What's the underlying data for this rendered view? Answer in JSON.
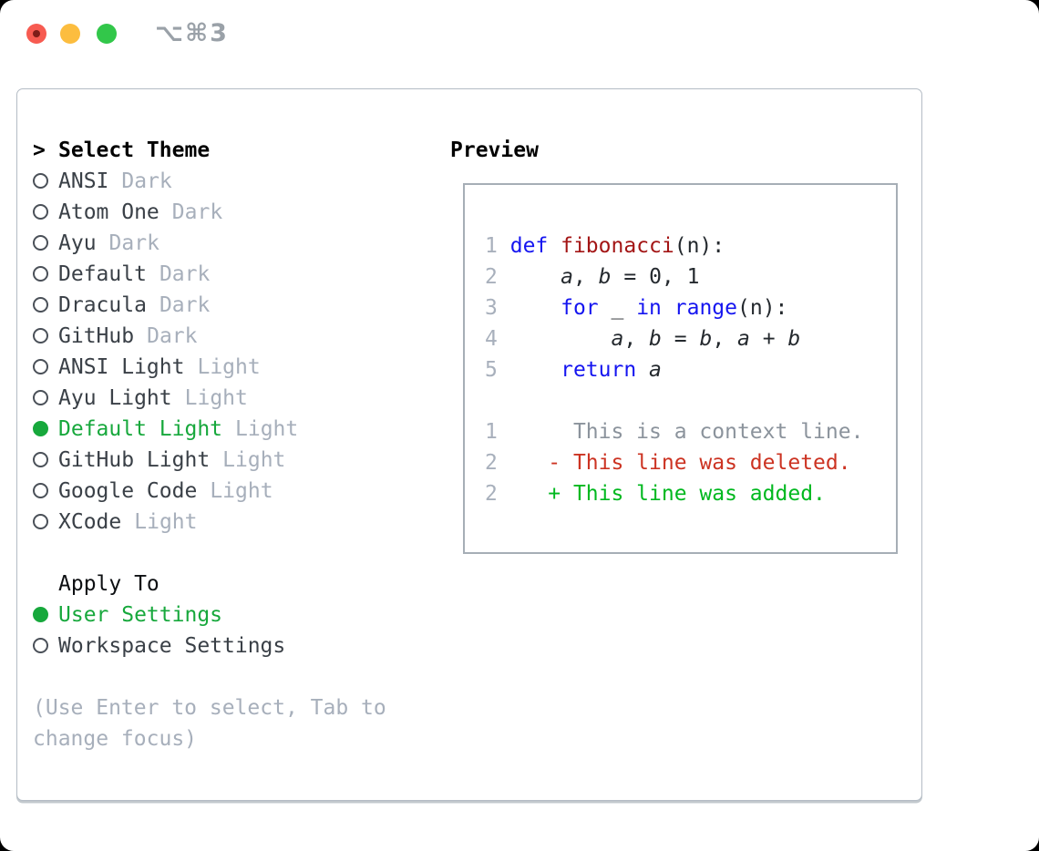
{
  "titlebar": {
    "title": "⌥⌘3"
  },
  "colors": {
    "selection_green": "#17a83c",
    "added_green": "#00b81f",
    "deleted_red": "#cc3322",
    "keyword_blue": "#1515f0",
    "function_red": "#a31515",
    "muted_gray": "#a7afbb",
    "text_dark": "#3a4047"
  },
  "theme_menu": {
    "prompt": ">",
    "header": "Select Theme",
    "items": [
      {
        "name": "ANSI",
        "variant": "Dark",
        "selected": false
      },
      {
        "name": "Atom One",
        "variant": "Dark",
        "selected": false
      },
      {
        "name": "Ayu",
        "variant": "Dark",
        "selected": false
      },
      {
        "name": "Default",
        "variant": "Dark",
        "selected": false
      },
      {
        "name": "Dracula",
        "variant": "Dark",
        "selected": false
      },
      {
        "name": "GitHub",
        "variant": "Dark",
        "selected": false
      },
      {
        "name": "ANSI Light",
        "variant": "Light",
        "selected": false
      },
      {
        "name": "Ayu Light",
        "variant": "Light",
        "selected": false
      },
      {
        "name": "Default Light",
        "variant": "Light",
        "selected": true
      },
      {
        "name": "GitHub Light",
        "variant": "Light",
        "selected": false
      },
      {
        "name": "Google Code",
        "variant": "Light",
        "selected": false
      },
      {
        "name": "XCode",
        "variant": "Light",
        "selected": false
      }
    ]
  },
  "apply_to": {
    "header": "Apply To",
    "options": [
      {
        "label": "User Settings",
        "selected": true
      },
      {
        "label": "Workspace Settings",
        "selected": false
      }
    ]
  },
  "help_text": {
    "line1": "(Use Enter to select, Tab to",
    "line2": "change focus)"
  },
  "preview": {
    "title": "Preview",
    "lines": [
      {
        "num": "1",
        "tokens": [
          {
            "c": "pl",
            "t": " "
          },
          {
            "c": "kw",
            "t": "def "
          },
          {
            "c": "fn",
            "t": "fibonacci"
          },
          {
            "c": "pl",
            "t": "(n):"
          }
        ]
      },
      {
        "num": "2",
        "tokens": [
          {
            "c": "pl",
            "t": "     "
          },
          {
            "c": "var",
            "t": "a"
          },
          {
            "c": "pl",
            "t": ", "
          },
          {
            "c": "var",
            "t": "b"
          },
          {
            "c": "pl",
            "t": " = 0, 1"
          }
        ]
      },
      {
        "num": "3",
        "tokens": [
          {
            "c": "pl",
            "t": "     "
          },
          {
            "c": "kw",
            "t": "for "
          },
          {
            "c": "pl",
            "t": "_ "
          },
          {
            "c": "kw",
            "t": "in "
          },
          {
            "c": "kw",
            "t": "range"
          },
          {
            "c": "pl",
            "t": "(n):"
          }
        ]
      },
      {
        "num": "4",
        "tokens": [
          {
            "c": "pl",
            "t": "         "
          },
          {
            "c": "var",
            "t": "a"
          },
          {
            "c": "pl",
            "t": ", "
          },
          {
            "c": "var",
            "t": "b"
          },
          {
            "c": "pl",
            "t": " = "
          },
          {
            "c": "var",
            "t": "b"
          },
          {
            "c": "pl",
            "t": ", "
          },
          {
            "c": "var",
            "t": "a"
          },
          {
            "c": "pl",
            "t": " + "
          },
          {
            "c": "var",
            "t": "b"
          }
        ]
      },
      {
        "num": "5",
        "tokens": [
          {
            "c": "pl",
            "t": "     "
          },
          {
            "c": "kw",
            "t": "return "
          },
          {
            "c": "var",
            "t": "a"
          }
        ]
      },
      {
        "num": "",
        "tokens": []
      },
      {
        "num": "1",
        "tokens": [
          {
            "c": "ctx",
            "t": "      This is a context line."
          }
        ]
      },
      {
        "num": "2",
        "tokens": [
          {
            "c": "del",
            "t": "    - This line was deleted."
          }
        ]
      },
      {
        "num": "2",
        "tokens": [
          {
            "c": "add",
            "t": "    + This line was added."
          }
        ]
      }
    ]
  }
}
